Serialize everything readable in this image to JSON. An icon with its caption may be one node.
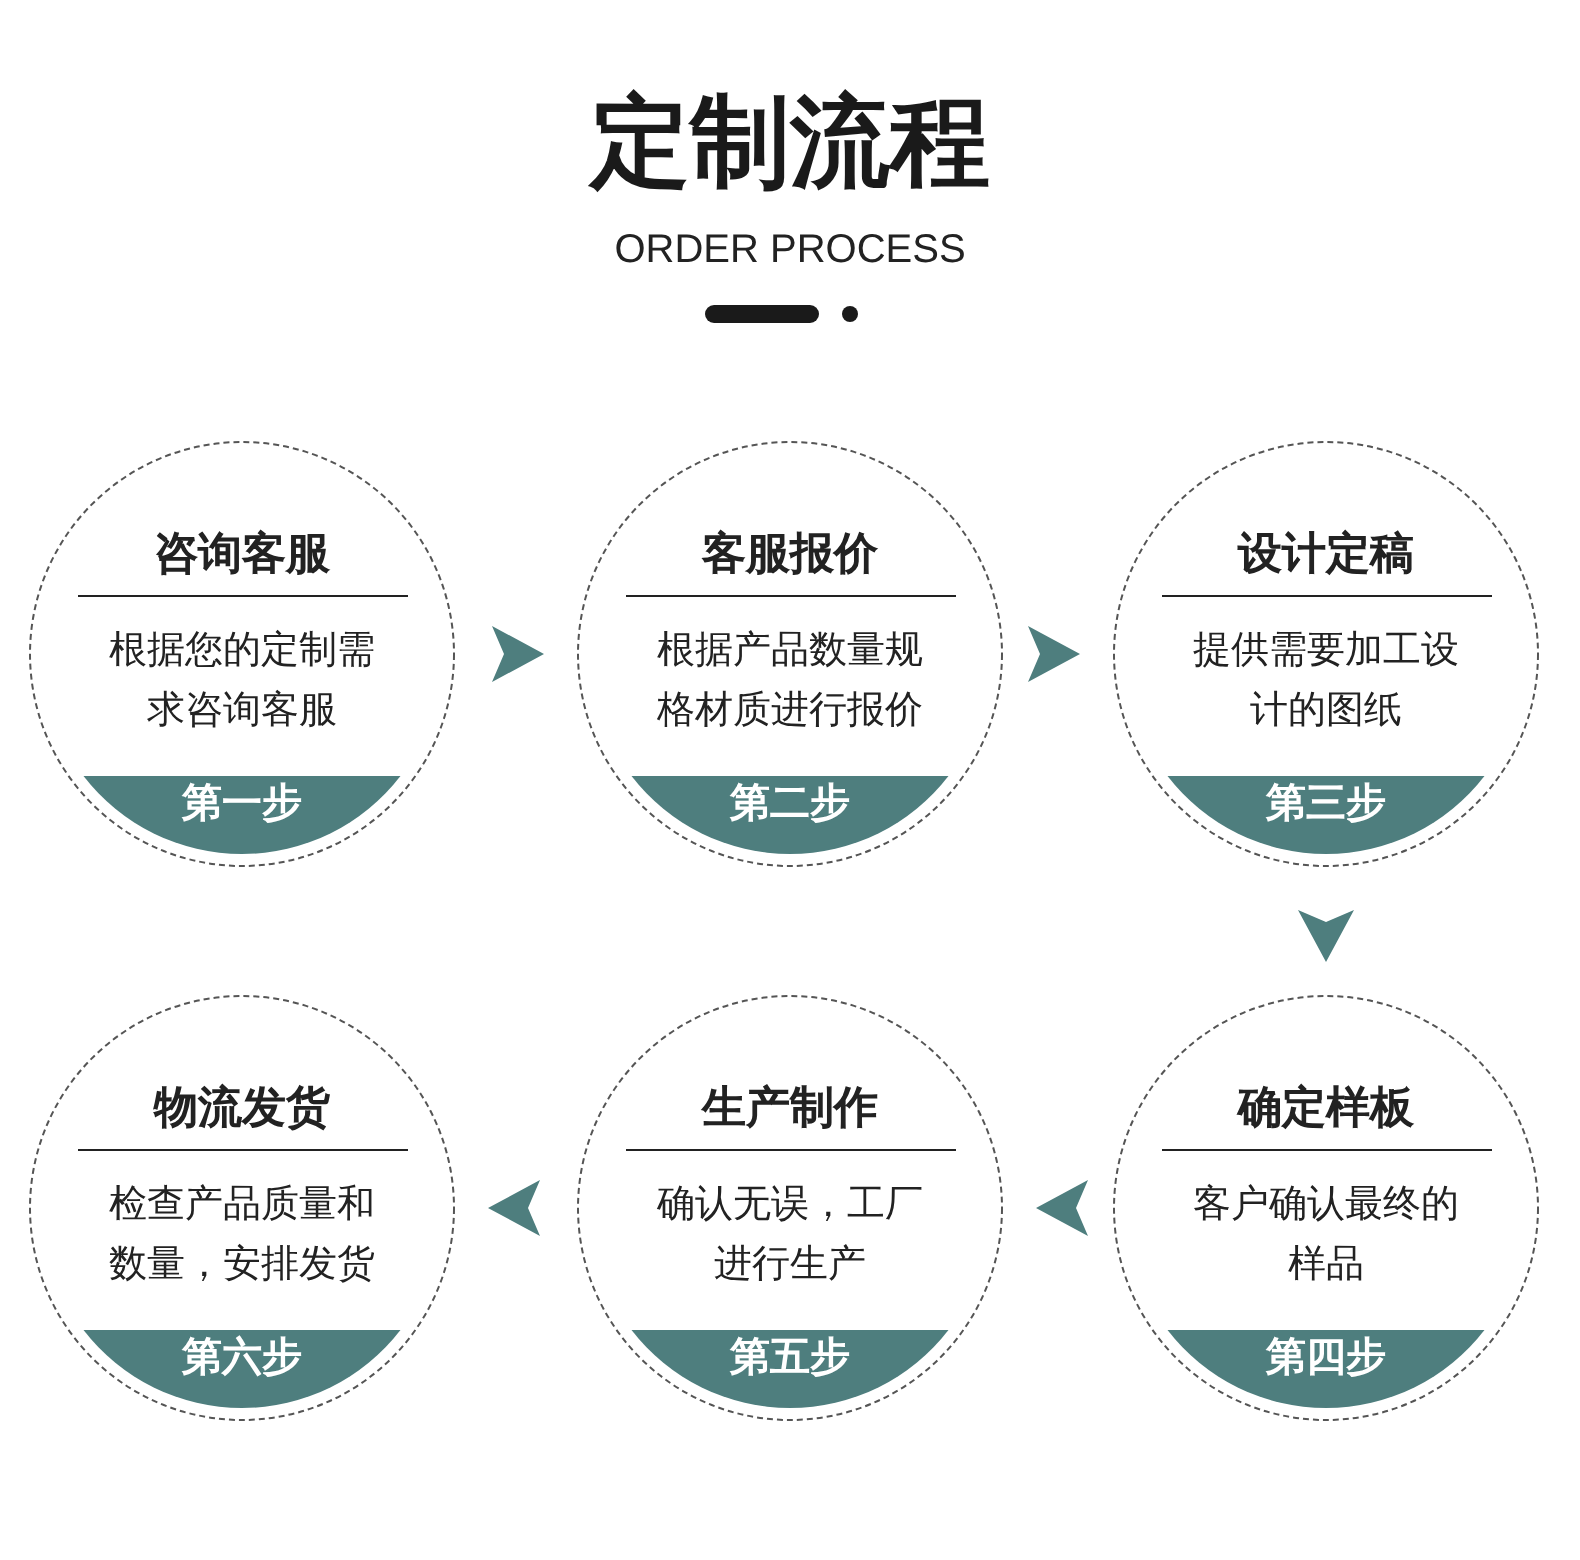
{
  "diagram": {
    "title": "定制流程",
    "nodes": [
      {
        "text": [
          "咨询客服",
          "根据您的定制需求咨询客服",
          "第一步"
        ]
      },
      {
        "text": [
          "客服报价",
          "根据产品数量规格材质进行报价",
          "第二步"
        ]
      },
      {
        "text": [
          "设计定稿",
          "提供需要加工设计的图纸",
          "第三步"
        ]
      },
      {
        "text": [
          "确定样板",
          "客户确认最终的样品",
          "第四步"
        ]
      },
      {
        "text": [
          "生产制作",
          "确认无误，工厂进行生产",
          "第五步"
        ]
      },
      {
        "text": [
          "物流发货",
          "检查产品质量和数量，安排发货",
          "第六步"
        ]
      }
    ],
    "edges": [
      {
        "from": 0,
        "to": 1,
        "arrow": "to"
      },
      {
        "from": 1,
        "to": 2,
        "arrow": "to"
      },
      {
        "from": 2,
        "to": 3,
        "arrow": "to"
      },
      {
        "from": 3,
        "to": 4,
        "arrow": "to"
      },
      {
        "from": 4,
        "to": 5,
        "arrow": "to"
      }
    ],
    "labels": [
      "ORDER PROCESS"
    ]
  }
}
